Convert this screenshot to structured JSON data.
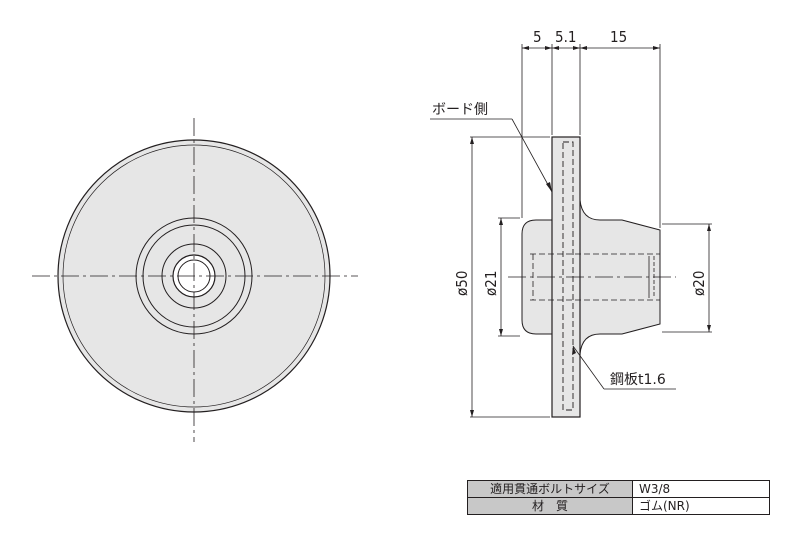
{
  "dimensions": {
    "thickness_board": "5",
    "thickness_plate": "5.1",
    "length_boss": "15",
    "dia_flange": "ø50",
    "dia_body": "ø21",
    "dia_tip": "ø20"
  },
  "callouts": {
    "board_side": "ボード側",
    "steel_plate": "鋼板t1.6"
  },
  "spec_table": {
    "bolt_header": "適用貫通ボルトサイズ",
    "bolt_value": "W3/8",
    "material_header": "材　質",
    "material_value": "ゴム(NR)"
  },
  "colors": {
    "rubber_fill": "#e6e6e6",
    "line": "#231f20",
    "table_header": "#c8c8c8"
  }
}
